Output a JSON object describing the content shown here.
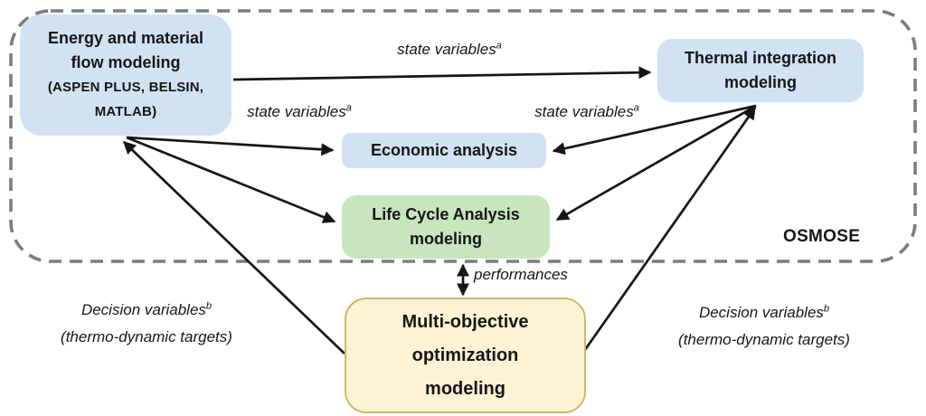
{
  "diagram": {
    "boundary_label": "OSMOSE",
    "boxes": {
      "energy": {
        "line1": "Energy and material",
        "line2": "flow modeling",
        "line3": "(ASPEN PLUS, BELSIN,",
        "line4": "MATLAB)",
        "fill": "#d3e2f3"
      },
      "thermal": {
        "line1": "Thermal integration",
        "line2": "modeling",
        "fill": "#d3e2f3"
      },
      "economic": {
        "line1": "Economic analysis",
        "fill": "#d3e2f3"
      },
      "lca": {
        "line1": "Life Cycle Analysis",
        "line2": "modeling",
        "fill": "#c8e5bf"
      },
      "optimization": {
        "line1": "Multi-objective",
        "line2": "optimization",
        "line3": "modeling",
        "fill": "#fcf3d4",
        "border": "#d4b765"
      }
    },
    "edge_labels": {
      "state_variables_top": {
        "text": "state variables",
        "sup": "a"
      },
      "state_variables_left": {
        "text": "state variables",
        "sup": "a"
      },
      "state_variables_right": {
        "text": "state variables",
        "sup": "a"
      },
      "performances": {
        "text": "performances"
      },
      "decision_left": {
        "line1": "Decision variables",
        "sup": "b",
        "line2": "(thermo-dynamic targets)"
      },
      "decision_right": {
        "line1": "Decision variables",
        "sup": "b",
        "line2": "(thermo-dynamic targets)"
      }
    },
    "colors": {
      "arrow": "#161616",
      "boundary_dash": "#7c7c7c",
      "blue_box": "#d3e2f3",
      "green_box": "#c8e5bf",
      "yellow_box_fill": "#fcf3d4",
      "yellow_box_border": "#d4b765",
      "text": "#161616"
    }
  }
}
